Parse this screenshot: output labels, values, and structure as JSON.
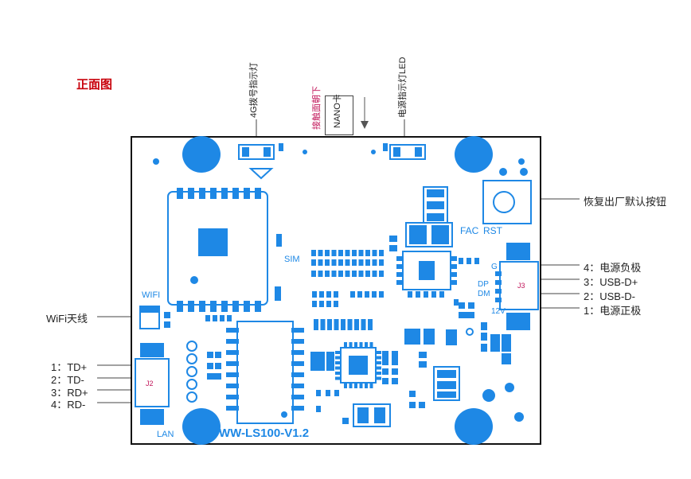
{
  "colors": {
    "pcb_blue": "#1e88e5",
    "outline": "#111111",
    "title_red": "#c8000a",
    "accent_pink": "#c2185b",
    "text": "#222222"
  },
  "title": "正面图",
  "top_labels": {
    "signal_led": "4G拨号指示灯",
    "contact_down": "接触面朝下",
    "nano_card": "NANO卡",
    "power_led": "电源指示灯LED"
  },
  "right_labels": {
    "reset_button": "恢复出厂默认按钮",
    "j3_pin4": "4：电源负极",
    "j3_pin3": "3：USB-D+",
    "j3_pin2": "2：USB-D-",
    "j3_pin1": "1：电源正极"
  },
  "left_labels": {
    "wifi_antenna": "WiFi天线",
    "j2_pin1": "1：TD+",
    "j2_pin2": "2：TD-",
    "j2_pin3": "3：RD+",
    "j2_pin4": "4：RD-"
  },
  "board_silk": {
    "sim": "SIM",
    "fac": "FAC",
    "rst": "RST",
    "wifi": "WIFI",
    "lan": "LAN",
    "j2": "J2",
    "j3": "J3",
    "g": "G",
    "dp": "DP",
    "dm": "DM",
    "v12": "12V",
    "model": "WW-LS100-V1.2"
  }
}
